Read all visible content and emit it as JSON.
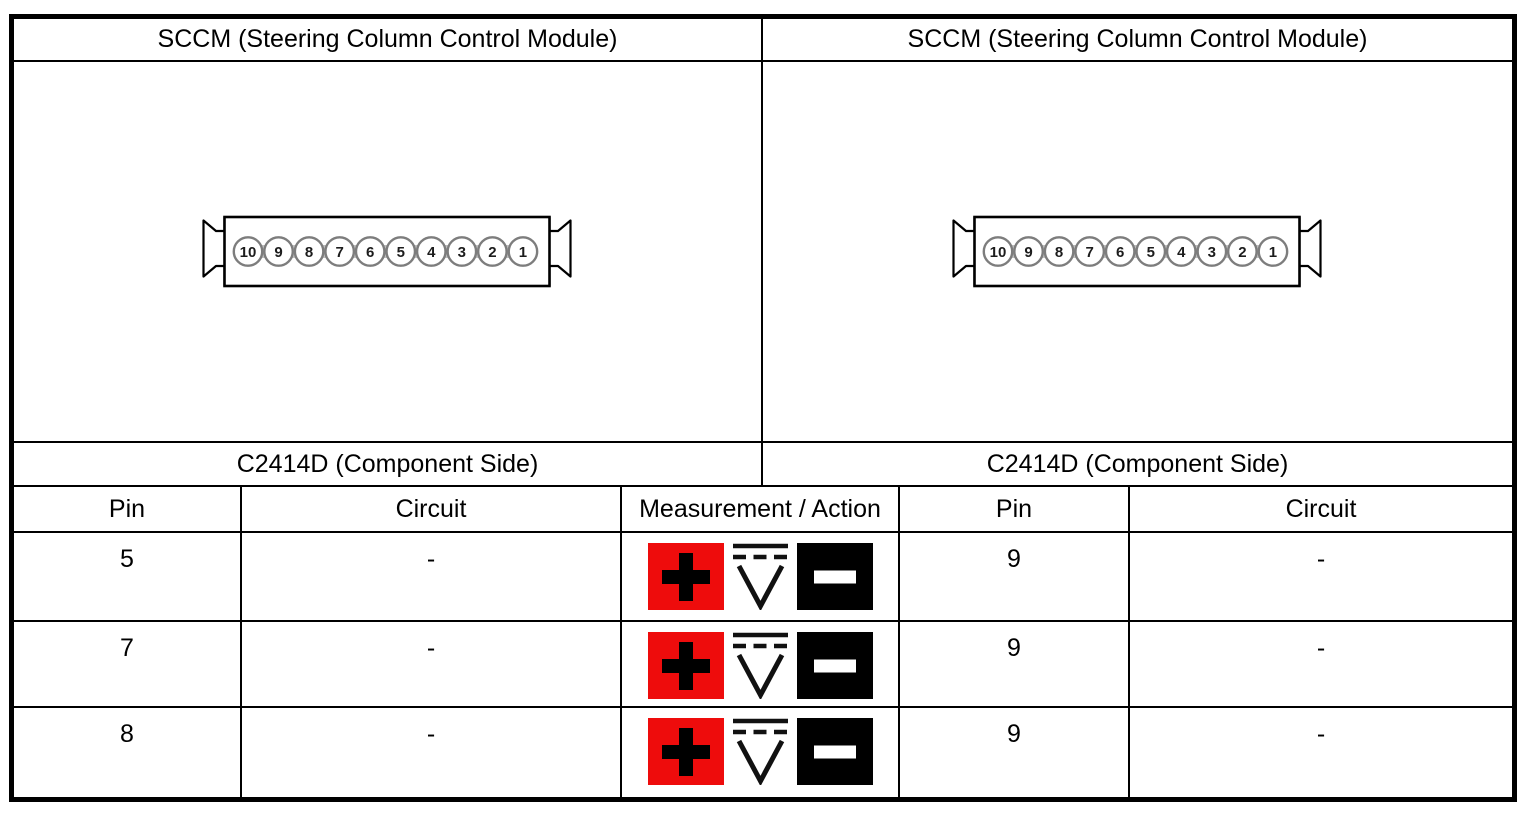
{
  "colors": {
    "accent_red": "#ee0c0c",
    "icon_black": "#000000",
    "connector_pin_gray": "#7d7d7d",
    "line_black": "#000000"
  },
  "left_panel": {
    "module_title": "SCCM (Steering Column Control Module)",
    "connector_label": "C2414D (Component Side)"
  },
  "right_panel": {
    "module_title": "SCCM (Steering Column Control Module)",
    "connector_label": "C2414D (Component Side)"
  },
  "connector": {
    "pins": [
      "10",
      "9",
      "8",
      "7",
      "6",
      "5",
      "4",
      "3",
      "2",
      "1"
    ]
  },
  "table": {
    "headers": {
      "pin_left": "Pin",
      "circuit_left": "Circuit",
      "measurement": "Measurement / Action",
      "pin_right": "Pin",
      "circuit_right": "Circuit"
    },
    "rows": [
      {
        "left_pin": "5",
        "left_circuit": "-",
        "measurement_icons": [
          "positive-lead",
          "dc-voltage",
          "negative-lead"
        ],
        "right_pin": "9",
        "right_circuit": "-"
      },
      {
        "left_pin": "7",
        "left_circuit": "-",
        "measurement_icons": [
          "positive-lead",
          "dc-voltage",
          "negative-lead"
        ],
        "right_pin": "9",
        "right_circuit": "-"
      },
      {
        "left_pin": "8",
        "left_circuit": "-",
        "measurement_icons": [
          "positive-lead",
          "dc-voltage",
          "negative-lead"
        ],
        "right_pin": "9",
        "right_circuit": "-"
      }
    ]
  }
}
